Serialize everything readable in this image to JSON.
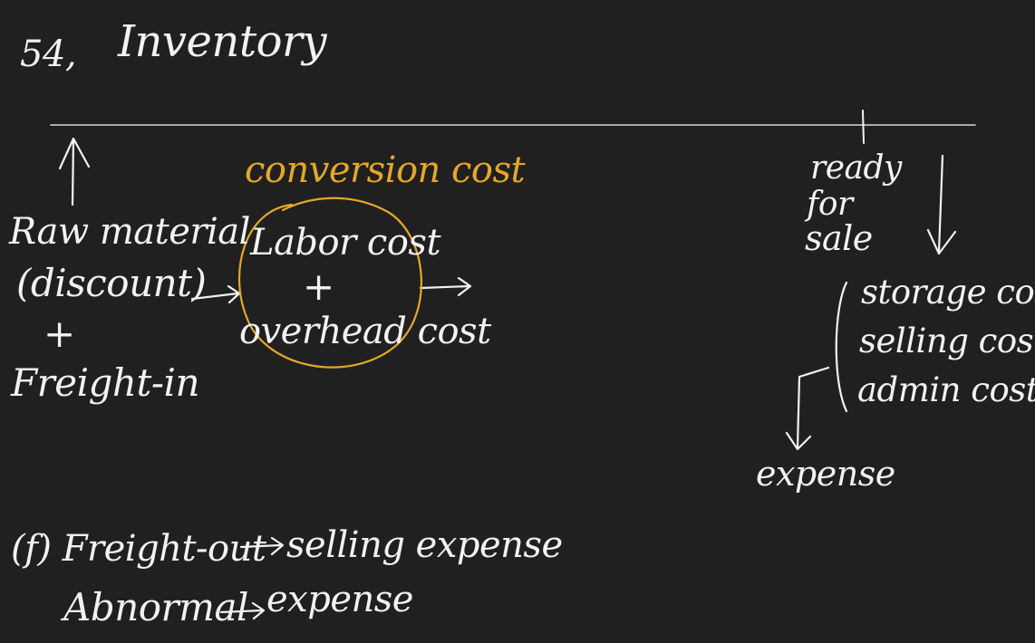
{
  "note": {
    "number": "54,",
    "title": "Inventory",
    "raw_material": "Raw material",
    "discount": "(discount)",
    "plus_1": "+",
    "freight_in": "Freight-in",
    "conversion_cost": "conversion cost",
    "labor_cost": "Labor cost",
    "plus_2": "+",
    "overhead_cost": "overhead cost",
    "ready": "ready",
    "for": "for",
    "sale": "sale",
    "storage_cost": "storage cost",
    "selling_cost": "selling cost",
    "admin_cost": "admin cost",
    "expense_right": "expense",
    "freight_out": "(f) Freight-out",
    "selling_expense": "selling expense",
    "abnormal": "Abnormal",
    "expense_bottom": "expense"
  },
  "colors": {
    "background": "#202020",
    "ink_white": "#f2f2f2",
    "ink_gold": "#e3a72a",
    "timeline": "#d8d8d8"
  }
}
